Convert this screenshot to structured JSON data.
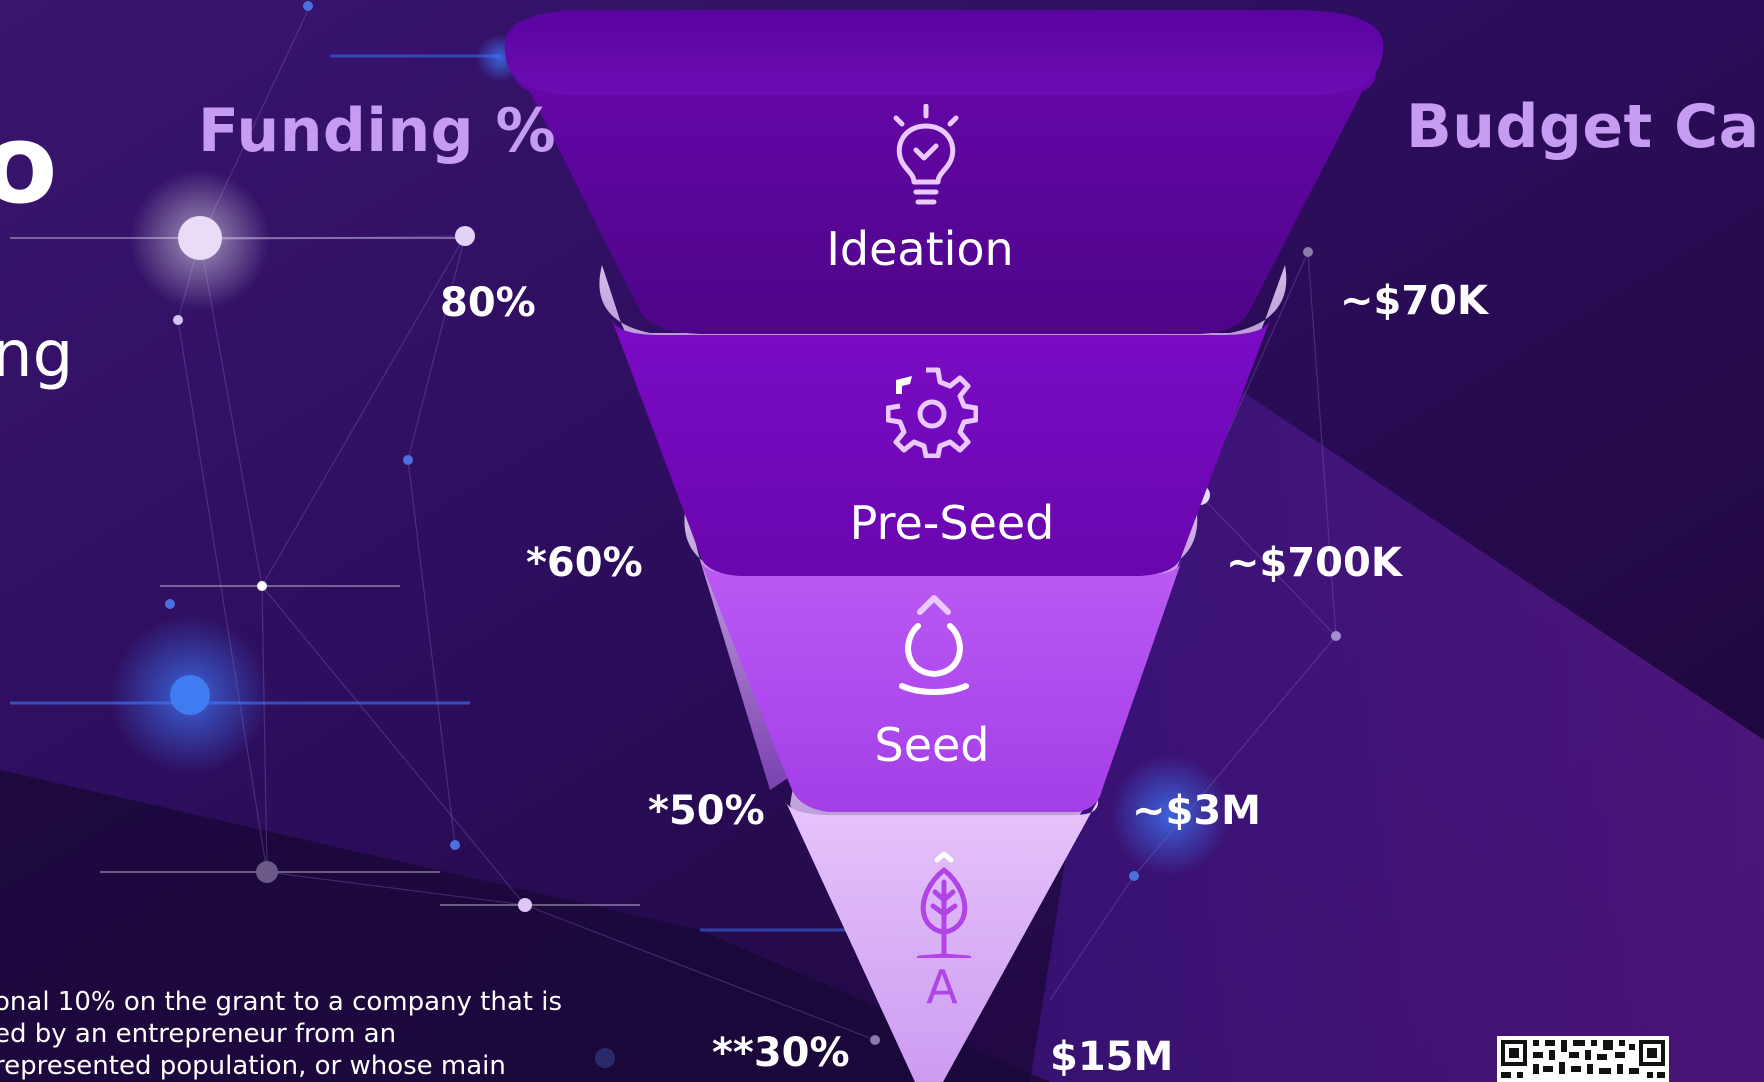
{
  "left_panel": {
    "title_fragment": "o",
    "subtitle_fragment": "ng"
  },
  "headers": {
    "funding": "Funding %",
    "budget": "Budget Cap"
  },
  "stages": [
    {
      "name": "Ideation",
      "icon": "lightbulb-icon",
      "funding": "80%",
      "budget": "~$70K",
      "color": "#5a0596"
    },
    {
      "name": "Pre-Seed",
      "icon": "gear-icon",
      "funding": "*60%",
      "budget": "~$700K",
      "color": "#7608c0"
    },
    {
      "name": "Seed",
      "icon": "seed-icon",
      "funding": "*50%",
      "budget": "~$3M",
      "color": "#b04cf0"
    },
    {
      "name": "A",
      "icon": "sprout-icon",
      "funding": "**30%",
      "budget": "$15M",
      "color": "#dcb2f6"
    }
  ],
  "footnote": [
    "onal 10% on the grant to a company that is",
    "ed by an entrepreneur from an",
    "represented population, or whose main"
  ],
  "colors": {
    "background": "#2a0e52",
    "heading": "#c69cf2",
    "text": "#ffffff"
  }
}
